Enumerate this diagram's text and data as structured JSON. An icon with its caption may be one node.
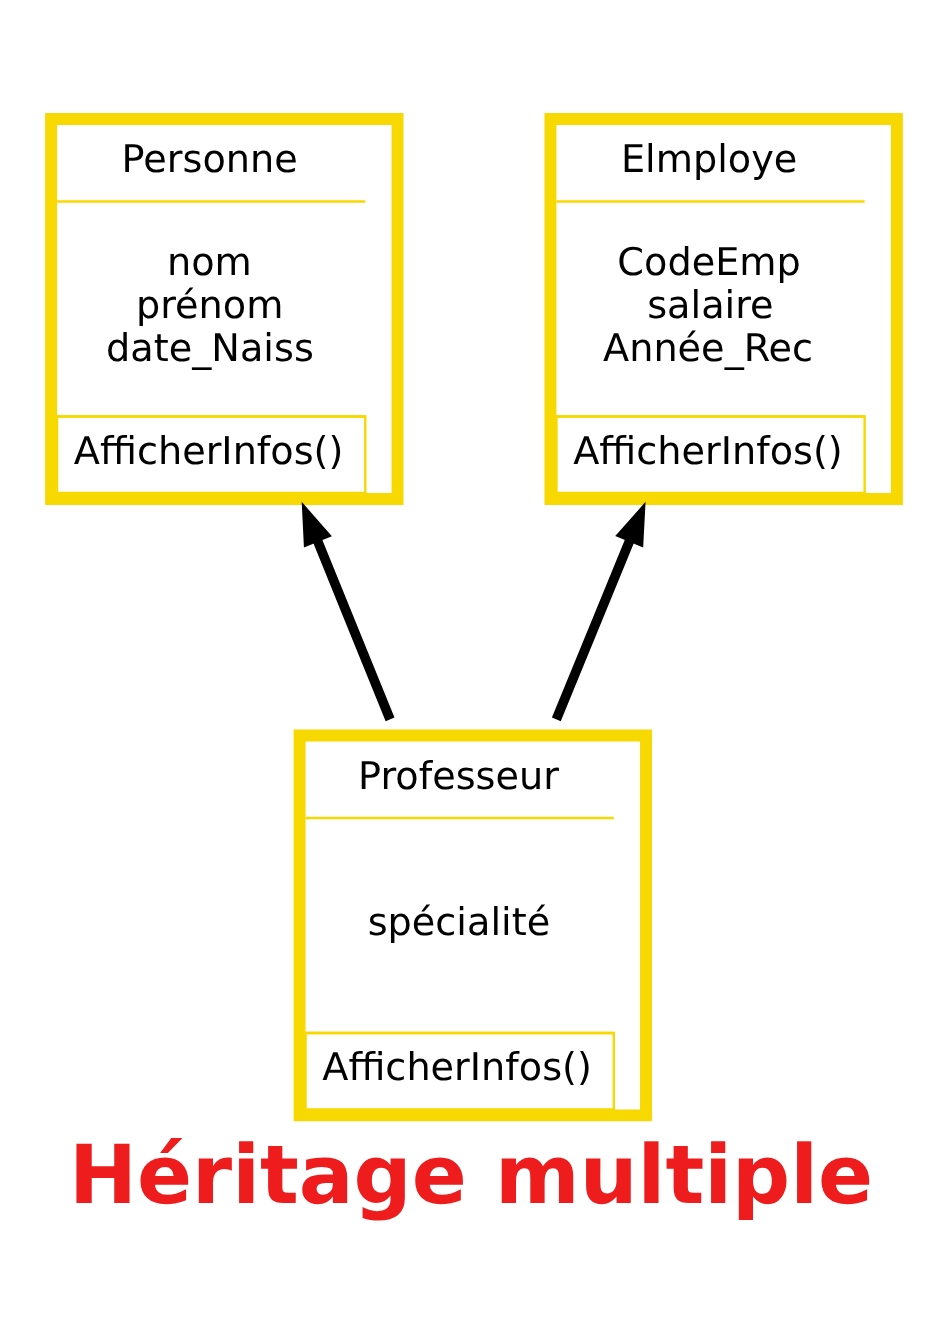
{
  "diagram": {
    "caption": "Héritage multiple",
    "nodes": [
      {
        "text": [
          "Personne",
          "nom prénom date_Naiss",
          "AfficherInfos()"
        ]
      },
      {
        "text": [
          "Elmploye",
          "CodeEmp salaire Année_Rec",
          "AfficherInfos()"
        ]
      },
      {
        "text": [
          "Professeur",
          "spécialité",
          "AfficherInfos()"
        ]
      }
    ],
    "edges": [
      {
        "from": 2,
        "to": 0,
        "arrow": "to"
      },
      {
        "from": 2,
        "to": 1,
        "arrow": "to"
      }
    ]
  }
}
